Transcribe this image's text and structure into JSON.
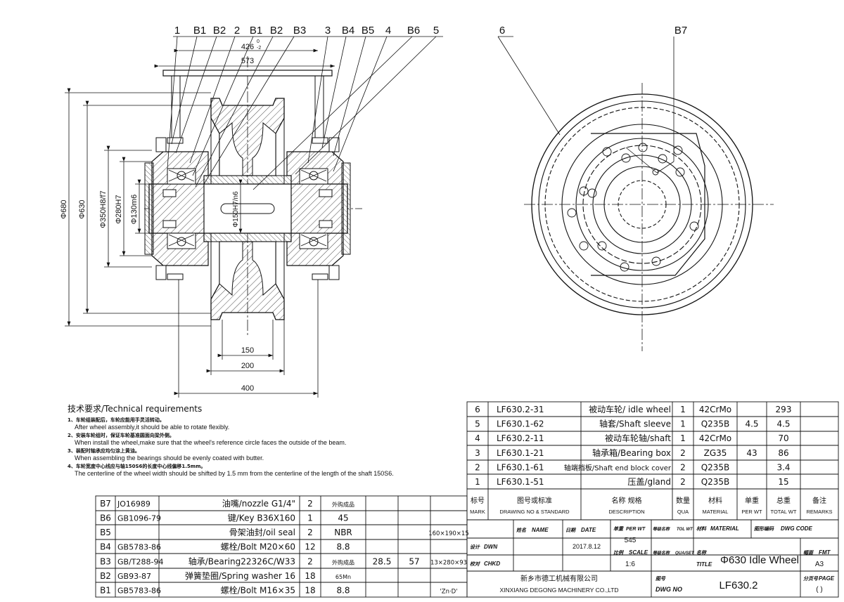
{
  "drawing": {
    "callouts_front": [
      "1",
      "B1",
      "B2",
      "2",
      "B1",
      "B2",
      "B3",
      "3",
      "B4",
      "B5",
      "4",
      "B6",
      "5"
    ],
    "callouts_side": [
      "6",
      "B7"
    ],
    "dimensions": {
      "d_426": "426",
      "d_426_tol_upper": "0",
      "d_426_tol_lower": "-2",
      "d_573": "573",
      "d_680": "Φ680",
      "d_630": "Φ630",
      "d_350": "Φ350H8/f7",
      "d_280": "Φ280H7",
      "d_130": "Φ130m6",
      "d_150": "Φ150H7/n6",
      "w_150": "150",
      "w_200": "200",
      "w_400": "400"
    }
  },
  "requirements": {
    "title": "技术要求/Technical requirements",
    "items": [
      {
        "cn": "1、车轮组装配后，车轮应能用手灵活转动。",
        "en": "After wheel assembly,it should be able to rotate flexibly."
      },
      {
        "cn": "2、安装车轮组时，保证车轮基准圆面向梁外侧。",
        "en": "When install the wheel,make sure that the wheel's reference circle faces the outside of the beam."
      },
      {
        "cn": "3、装配时轴承应均匀涂上黄油。",
        "en": "When assembling the bearings should be evenly coated with butter."
      },
      {
        "cn": "4、车轮宽度中心线应与轴150S6的长度中心线偏移1.5mm。",
        "en": "The centerline of the wheel width should be shifted by 1.5 mm from the centerline of the length of the shaft 150S6."
      }
    ]
  },
  "parts_list": [
    {
      "no": "6",
      "dwg": "LF630.2-31",
      "desc": "被动车轮/ idle wheel",
      "qty": "1",
      "mat": "42CrMo",
      "unit": "",
      "total": "293",
      "rem": ""
    },
    {
      "no": "5",
      "dwg": "LF630.1-62",
      "desc": "轴套/Shaft sleeve",
      "qty": "1",
      "mat": "Q235B",
      "unit": "4.5",
      "total": "4.5",
      "rem": ""
    },
    {
      "no": "4",
      "dwg": "LF630.2-11",
      "desc": "被动车轮轴/shaft",
      "qty": "1",
      "mat": "42CrMo",
      "unit": "",
      "total": "70",
      "rem": ""
    },
    {
      "no": "3",
      "dwg": "LF630.1-21",
      "desc": "轴承箱/Bearing box",
      "qty": "2",
      "mat": "ZG35",
      "unit": "43",
      "total": "86",
      "rem": ""
    },
    {
      "no": "2",
      "dwg": "LF630.1-61",
      "desc": "轴端挡板/Shaft end block cover",
      "qty": "2",
      "mat": "Q235B",
      "unit": "",
      "total": "3.4",
      "rem": ""
    },
    {
      "no": "1",
      "dwg": "LF630.1-51",
      "desc": "压盖/gland",
      "qty": "2",
      "mat": "Q235B",
      "unit": "",
      "total": "15",
      "rem": ""
    }
  ],
  "parts_header": {
    "mark_cn": "标号",
    "mark_en": "MARK",
    "dwg_cn": "图号或标准",
    "dwg_en": "DRAWING NO & STANDARD",
    "desc_cn": "名称  规格",
    "desc_en": "DESCRIPTION",
    "qty_cn": "数量",
    "qty_en": "QUA",
    "mat_cn": "材料",
    "mat_en": "MATERIAL",
    "unit_cn": "单重",
    "unit_en": "PER WT",
    "total_cn": "总重",
    "total_en": "TOTAL WT",
    "rem_cn": "备注",
    "rem_en": "REMARKS"
  },
  "bought_list": [
    {
      "no": "B7",
      "std": "JO16989",
      "desc": "油嘴/nozzle G1/4\"",
      "qty": "2",
      "mat": "外购成品",
      "c1": "",
      "c2": "",
      "rem": ""
    },
    {
      "no": "B6",
      "std": "GB1096-79",
      "desc": "键/Key B36X160",
      "qty": "1",
      "mat": "45",
      "c1": "",
      "c2": "",
      "rem": ""
    },
    {
      "no": "B5",
      "std": "",
      "desc": "骨架油封/oil seal",
      "qty": "2",
      "mat": "NBR",
      "c1": "",
      "c2": "",
      "rem": "160×190×15"
    },
    {
      "no": "B4",
      "std": "GB5783-86",
      "desc": "螺栓/Bolt M20×60",
      "qty": "12",
      "mat": "8.8",
      "c1": "",
      "c2": "",
      "rem": ""
    },
    {
      "no": "B3",
      "std": "GB/T288-94",
      "desc": "轴承/Bearing22326C/W33",
      "qty": "2",
      "mat": "外购成品",
      "c1": "28.5",
      "c2": "57",
      "rem": "13×280×93"
    },
    {
      "no": "B2",
      "std": "GB93-87",
      "desc": "弹簧垫圈/Spring washer 16",
      "qty": "18",
      "mat": "65Mn",
      "c1": "",
      "c2": "",
      "rem": ""
    },
    {
      "no": "B1",
      "std": "GB5783-86",
      "desc": "螺栓/Bolt M16×35",
      "qty": "18",
      "mat": "8.8",
      "c1": "",
      "c2": "",
      "rem": "'Zn·D'"
    }
  ],
  "title_block": {
    "name_cn": "姓名",
    "name_en": "NAME",
    "date_cn": "日期",
    "date_en": "DATE",
    "per_wt_cn": "单重",
    "per_wt_en": "PER WT",
    "equal_cn": "等级名称",
    "tol_wt": "TOL WT",
    "mat_cn": "材料",
    "mat_en": "MATERIAL",
    "code_cn": "图形编码",
    "code_en": "DWG CODE",
    "design_cn": "设计",
    "design_en": "DWN",
    "date_value": "2017.8.12",
    "weight_value": "545",
    "scale_cn": "比例",
    "scale_en": "SCALE",
    "scale_value": "1:6",
    "qua_set": "QUA/SET",
    "title_cn": "名称",
    "title_en": "TITLE",
    "title_value": "Φ630 Idle Wheel",
    "fmt_cn": "幅面",
    "fmt_en": "FMT",
    "fmt_value": "A3",
    "check_cn": "校对",
    "check_en": "CHKD",
    "company_cn": "新乡市德工机械有限公司",
    "company_en": "XINXIANG DEGONG MACHINERY CO.,LTD",
    "dwgno_cn": "图号",
    "dwgno_en": "DWG NO",
    "dwgno_value": "LF630.2",
    "page_cn": "分页号",
    "page_en": "PAGE",
    "page_value": "(     )"
  }
}
